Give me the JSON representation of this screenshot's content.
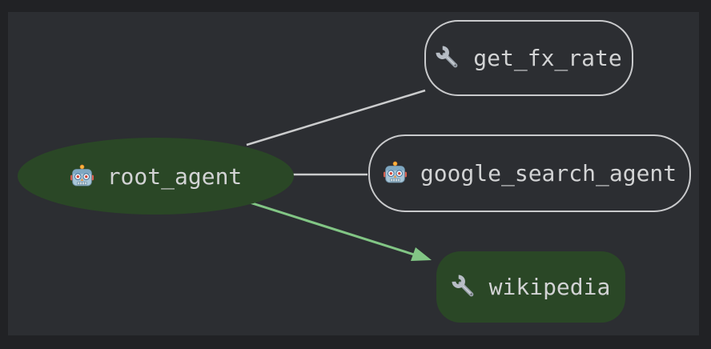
{
  "colors": {
    "frame_background": "#212225",
    "canvas_background": "#2c2e32",
    "agent_highlight_fill": "#2a4726",
    "node_border_gray": "#c9cacc",
    "edge_gray": "#cbcccd",
    "edge_highlight_green": "#82c685",
    "label_text": "#d2d3d4"
  },
  "graph": {
    "nodes": [
      {
        "id": "root_agent",
        "label": "root_agent",
        "icon": "robot-icon",
        "shape": "ellipse",
        "highlighted": true
      },
      {
        "id": "get_fx_rate",
        "label": "get_fx_rate",
        "icon": "wrench-icon",
        "shape": "rounded-rectangle",
        "highlighted": false
      },
      {
        "id": "google_search_agent",
        "label": "google_search_agent",
        "icon": "robot-icon",
        "shape": "rounded-rectangle",
        "highlighted": false
      },
      {
        "id": "wikipedia",
        "label": "wikipedia",
        "icon": "wrench-icon",
        "shape": "rounded-rectangle",
        "highlighted": true
      }
    ],
    "edges": [
      {
        "from": "root_agent",
        "to": "get_fx_rate",
        "style": "line",
        "color": "#cbcccd",
        "arrowhead": false
      },
      {
        "from": "root_agent",
        "to": "google_search_agent",
        "style": "line",
        "color": "#cbcccd",
        "arrowhead": false
      },
      {
        "from": "root_agent",
        "to": "wikipedia",
        "style": "arrow",
        "color": "#82c685",
        "arrowhead": true
      }
    ]
  }
}
